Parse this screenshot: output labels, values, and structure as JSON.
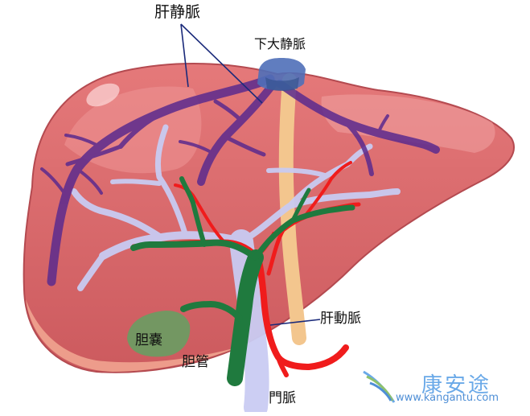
{
  "labels": {
    "hepatic_vein": "肝静脈",
    "ivc": "下大静脈",
    "hepatic_artery": "肝動脈",
    "gallbladder": "胆嚢",
    "bile_duct": "胆管",
    "portal_vein": "門脈"
  },
  "watermark": {
    "name": "康安途",
    "url": "www.kangantu.com"
  },
  "colors": {
    "liver": "#d9676a",
    "hepatic_vein": "#5b2a8e",
    "ivc": "#4f6fb8",
    "hepatic_artery": "#f01c1c",
    "portal_vein": "#c9cbf2",
    "bile_duct": "#1f7a3e",
    "gallbladder": "#6e9a62",
    "ligament": "#f3c68e"
  }
}
